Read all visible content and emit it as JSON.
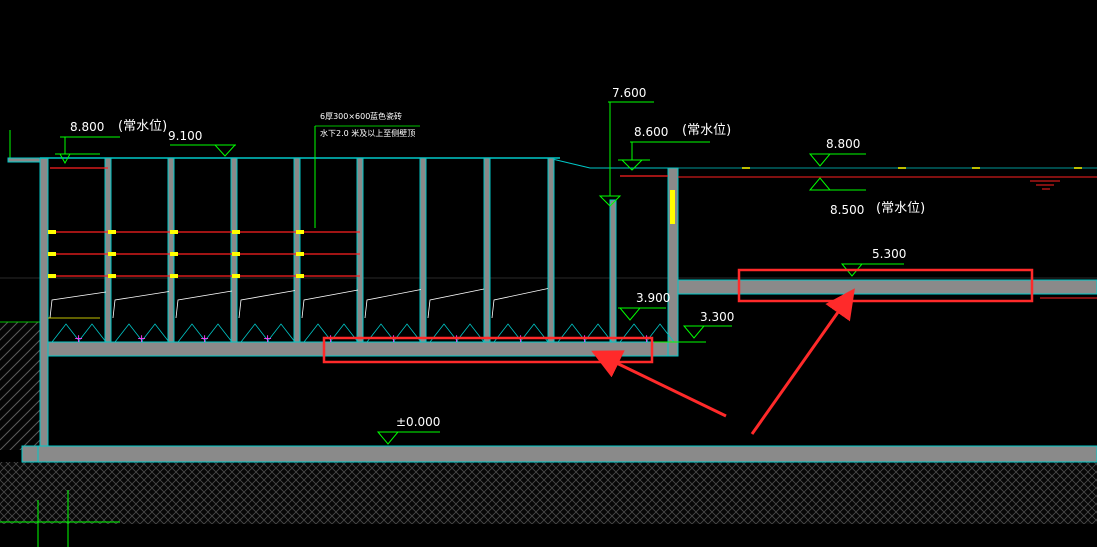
{
  "drawing": {
    "elevations": {
      "e8800_left": "8.800",
      "e9100": "9.100",
      "e7600": "7.600",
      "e8600": "8.600",
      "e8800_right": "8.800",
      "e8500": "8.500",
      "e5300": "5.300",
      "e3900": "3.900",
      "e3300": "3.300",
      "e0000": "±0.000"
    },
    "water_level_labels": {
      "left": "(常水位)",
      "middle": "(常水位)",
      "right": "(常水位)"
    },
    "notes": {
      "line1_left": "6厚300×600",
      "line1_right": "蓝色瓷砖",
      "line2": "水下2.0 米及以上至侧壁顶"
    },
    "colors": {
      "background": "#000000",
      "structure_outline": "#00c8c8",
      "concrete_fill": "#8a8a8a",
      "level_marker": "#00ff00",
      "water_line": "#ff2020",
      "highlight_box": "#ff2a2a",
      "accent": "#ffff00"
    }
  }
}
